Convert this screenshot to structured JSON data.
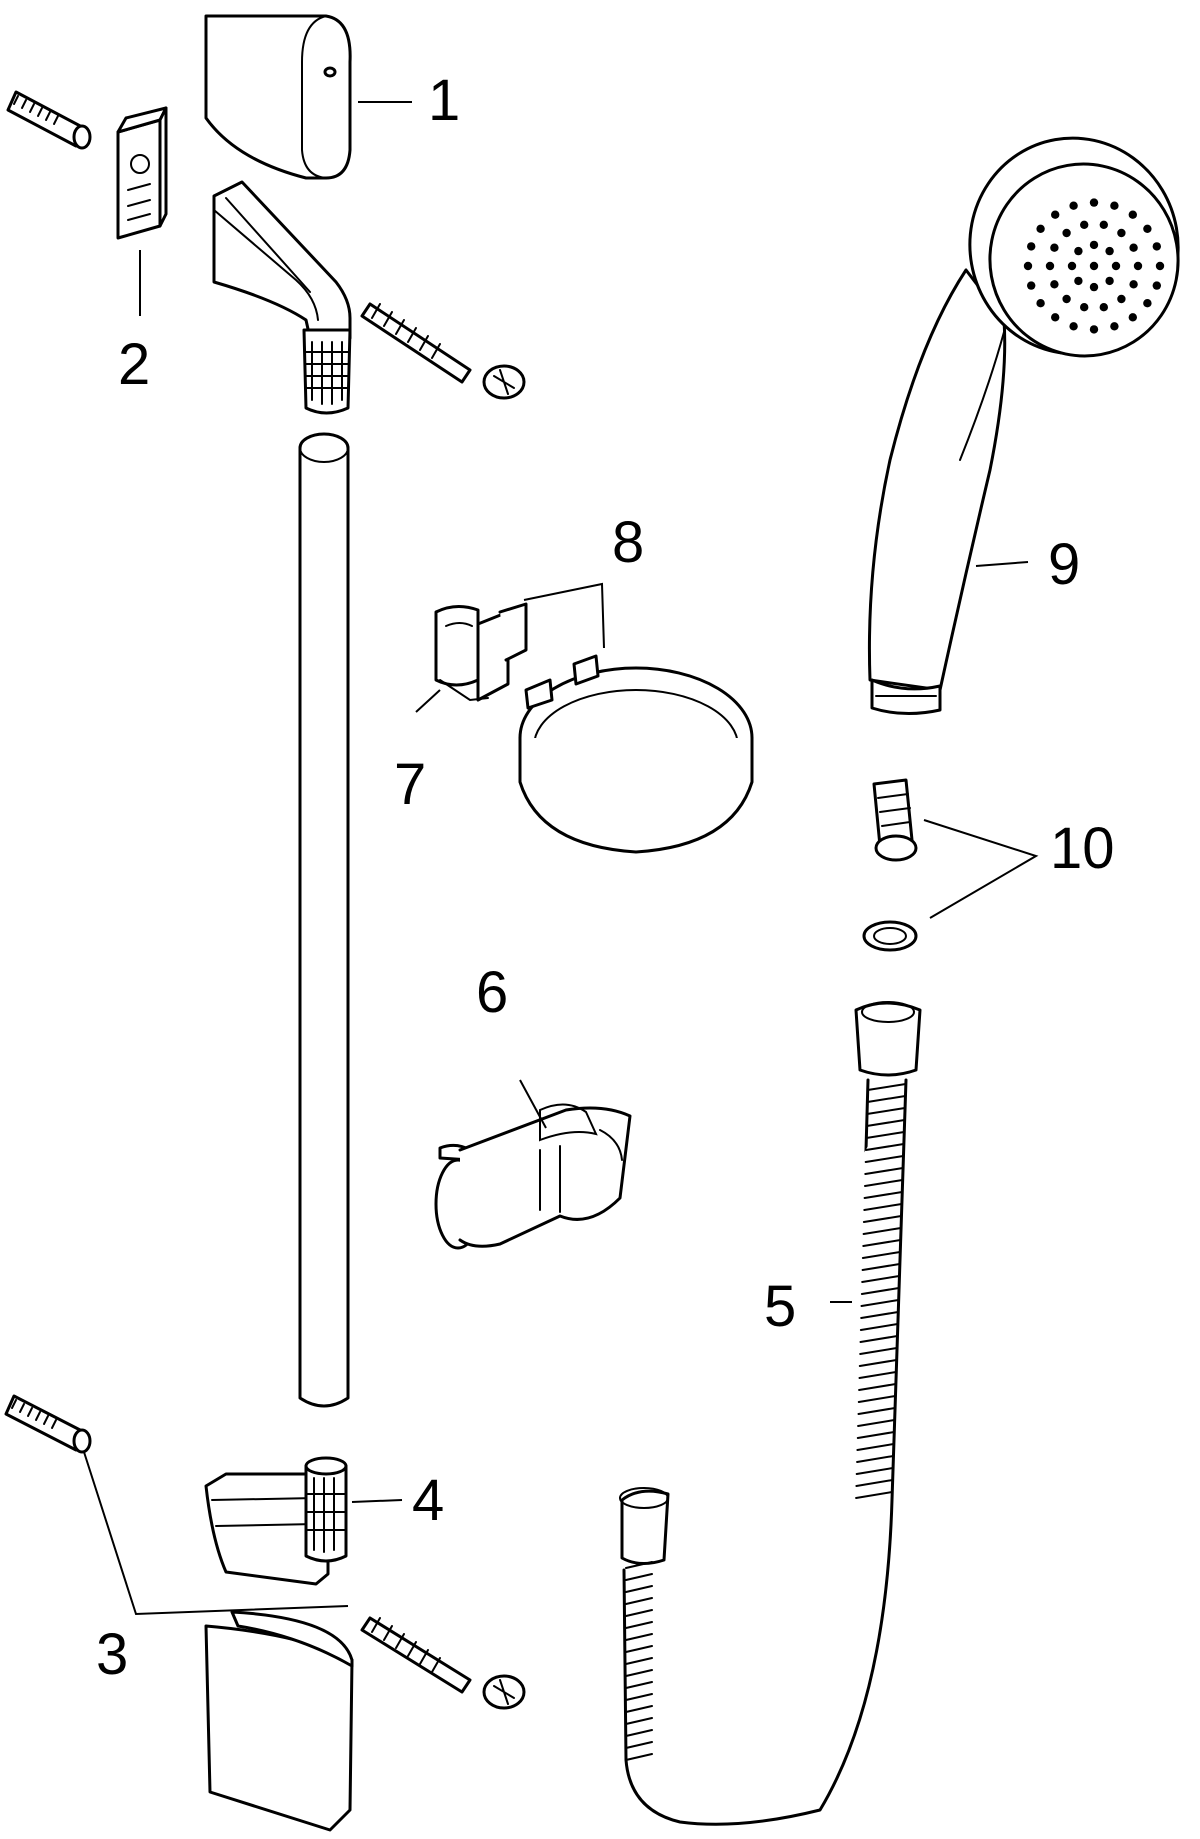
{
  "diagram": {
    "type": "exploded-parts-drawing",
    "colors": {
      "line": "#000000",
      "background": "#ffffff"
    },
    "callouts": [
      {
        "id": "c1",
        "label": "1"
      },
      {
        "id": "c2",
        "label": "2"
      },
      {
        "id": "c3",
        "label": "3"
      },
      {
        "id": "c4",
        "label": "4"
      },
      {
        "id": "c5",
        "label": "5"
      },
      {
        "id": "c6",
        "label": "6"
      },
      {
        "id": "c7",
        "label": "7"
      },
      {
        "id": "c8",
        "label": "8"
      },
      {
        "id": "c9",
        "label": "9"
      },
      {
        "id": "c10",
        "label": "10"
      }
    ]
  }
}
